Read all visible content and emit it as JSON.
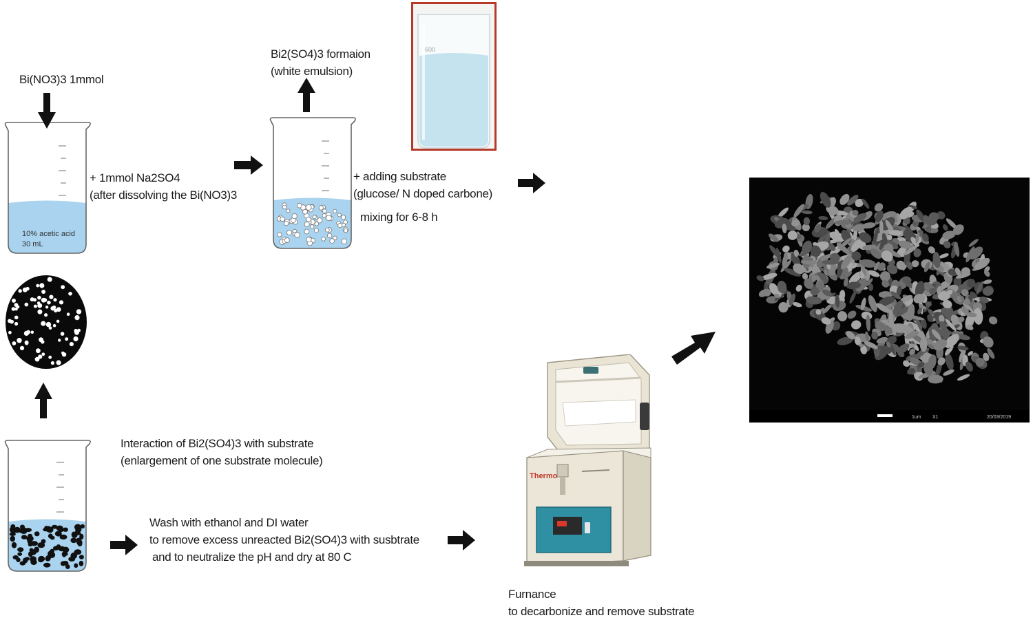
{
  "step1": {
    "reagent": "Bi(NO3)3 1mmol",
    "beaker_line1": "10% acetic acid",
    "beaker_line2": "30 mL",
    "add_line1": "+ 1mmol Na2SO4",
    "add_line2": "(after dissolving the Bi(NO3)3"
  },
  "step2": {
    "formation_line1": "Bi2(SO4)3 formaion",
    "formation_line2": "(white emulsion)",
    "add_line1": "+ adding substrate",
    "add_line2": "(glucose/ N doped carbone)",
    "mixing": "mixing for 6-8 h"
  },
  "step3": {
    "interaction_line1": "Interaction of Bi2(SO4)3 with substrate",
    "interaction_line2": "(enlargement of one substrate molecule)",
    "wash_line1": "Wash with ethanol and DI water",
    "wash_line2": "to remove excess unreacted Bi2(SO4)3 with susbtrate",
    "wash_line3": "and to neutralize the pH and dry at 80 C"
  },
  "furnace": {
    "brand": "Thermo",
    "caption_line1": "Furnance",
    "caption_line2": "to decarbonize and remove substrate"
  },
  "sem": {
    "scale_text": "1um",
    "info_text": "X1",
    "date_text": "20/03/2019"
  },
  "colors": {
    "liquid": "#a9d3ee",
    "emulsion": "#c4e3ef",
    "arrow": "#111111",
    "photo_border": "#b53a2a"
  }
}
